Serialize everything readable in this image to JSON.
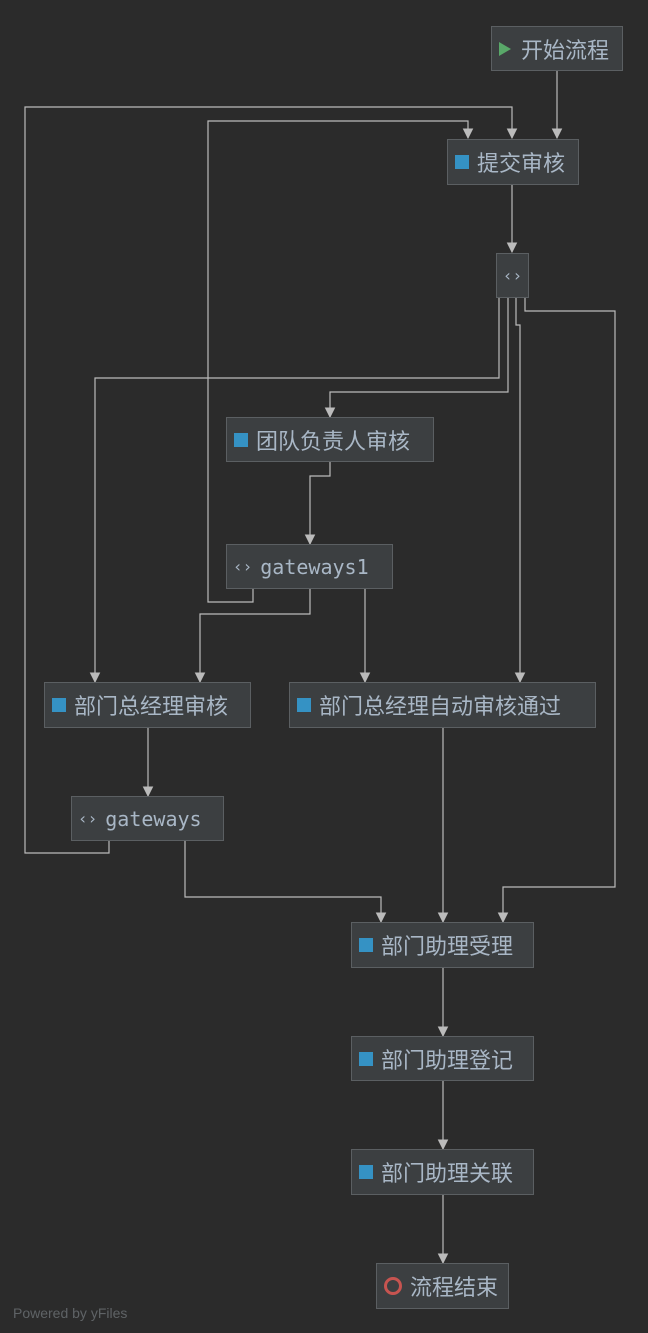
{
  "nodes": {
    "start": {
      "label": "开始流程",
      "icon": "play-icon"
    },
    "submit": {
      "label": "提交审核",
      "icon": "task-icon"
    },
    "gateway0": {
      "label": "",
      "icon": "gateway-icon"
    },
    "team_review": {
      "label": "团队负责人审核",
      "icon": "task-icon"
    },
    "gateways1": {
      "label": "gateways1",
      "icon": "gateway-icon"
    },
    "gm_review": {
      "label": "部门总经理审核",
      "icon": "task-icon"
    },
    "gm_auto": {
      "label": "部门总经理自动审核通过",
      "icon": "task-icon"
    },
    "gateways": {
      "label": "gateways",
      "icon": "gateway-icon"
    },
    "assist_accept": {
      "label": "部门助理受理",
      "icon": "task-icon"
    },
    "assist_register": {
      "label": "部门助理登记",
      "icon": "task-icon"
    },
    "assist_link": {
      "label": "部门助理关联",
      "icon": "task-icon"
    },
    "end": {
      "label": "流程结束",
      "icon": "end-icon"
    }
  },
  "gateway_symbol": "‹›",
  "colors": {
    "background": "#2b2b2b",
    "node_fill": "#3c3f41",
    "node_border": "#5b5f62",
    "text": "#a9b7c6",
    "edge": "#bbbbbb",
    "task_icon": "#3592c4",
    "start_icon": "#59a869",
    "end_icon": "#c75450"
  },
  "footer": "Powered by yFiles"
}
